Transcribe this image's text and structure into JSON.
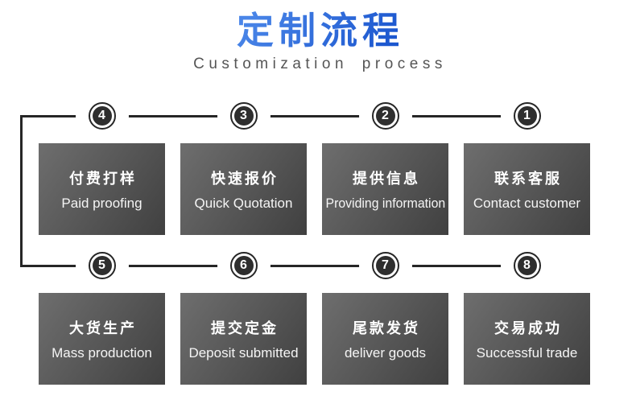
{
  "header": {
    "title": "定制流程",
    "subtitle": "Customization process"
  },
  "colors": {
    "background": "#ffffff",
    "title_gradient_start": "#4a86e8",
    "title_gradient_end": "#1c57cf",
    "subtitle_color": "#555555",
    "box_gradient_start": "#6e6e6e",
    "box_gradient_mid": "#555555",
    "box_gradient_end": "#404040",
    "box_text": "#ffffff",
    "box_text_en": "#f5f5f5",
    "connector": "#262626",
    "circle_ring": "#262626",
    "circle_fill": "#2e2e2e",
    "circle_number": "#ffffff"
  },
  "steps": [
    {
      "number": "4",
      "title_zh": "付费打样",
      "subtitle_en": "Paid proofing"
    },
    {
      "number": "3",
      "title_zh": "快速报价",
      "subtitle_en": "Quick Quotation"
    },
    {
      "number": "2",
      "title_zh": "提供信息",
      "subtitle_en": "Providing information"
    },
    {
      "number": "1",
      "title_zh": "联系客服",
      "subtitle_en": "Contact customer"
    },
    {
      "number": "5",
      "title_zh": "大货生产",
      "subtitle_en": "Mass production"
    },
    {
      "number": "6",
      "title_zh": "提交定金",
      "subtitle_en": "Deposit submitted"
    },
    {
      "number": "7",
      "title_zh": "尾款发货",
      "subtitle_en": "deliver goods"
    },
    {
      "number": "8",
      "title_zh": "交易成功",
      "subtitle_en": "Successful trade"
    }
  ]
}
